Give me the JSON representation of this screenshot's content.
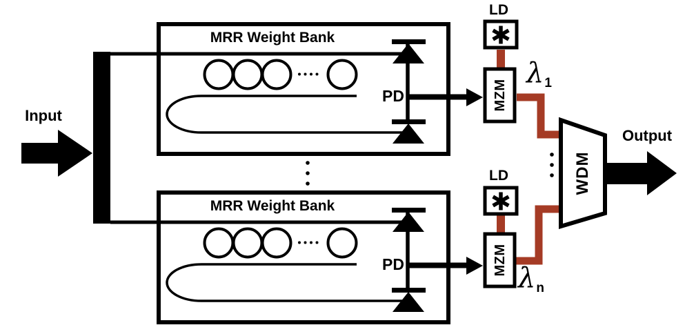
{
  "figure": "broadcast-and-weight photonic network diagram",
  "colors": {
    "ink": "#000000",
    "signal_red": "#A53B25",
    "background": "#FFFFFF"
  },
  "input": {
    "label": "Input"
  },
  "output": {
    "label": "Output"
  },
  "weight_banks": [
    {
      "title": "MRR Weight Bank",
      "pd_label": "PD",
      "rings_shown": 4,
      "ellipsis_dots": 4
    },
    {
      "title": "MRR Weight Bank",
      "pd_label": "PD",
      "rings_shown": 4,
      "ellipsis_dots": 4
    }
  ],
  "channels": [
    {
      "ld_label": "LD",
      "laser_icon": "asterisk",
      "mzm_label": "MZM",
      "wavelength": {
        "symbol": "λ",
        "subscript": "1"
      }
    },
    {
      "ld_label": "LD",
      "laser_icon": "asterisk",
      "mzm_label": "MZM",
      "wavelength": {
        "symbol": "λ",
        "subscript": "n"
      }
    }
  ],
  "wdm": {
    "label": "WDM"
  }
}
